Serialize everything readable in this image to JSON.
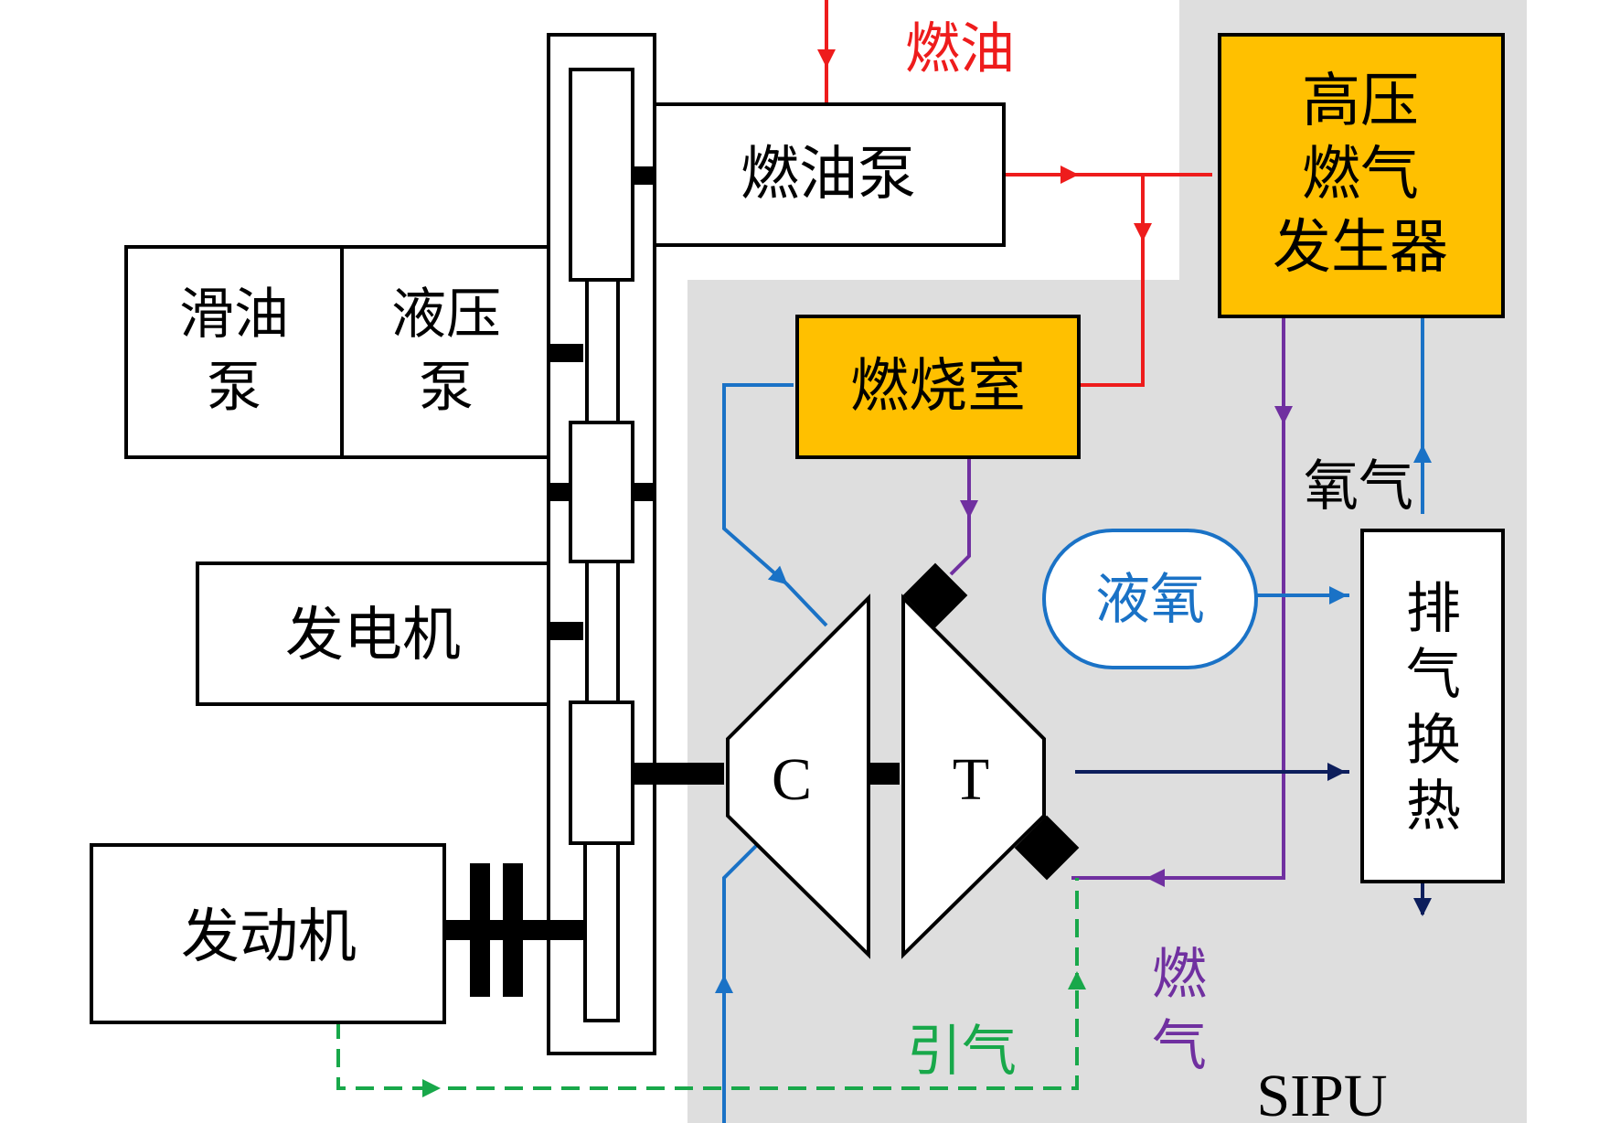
{
  "labels": {
    "fuel": "燃油",
    "fuel_pump": "燃油泵",
    "gas_generator": [
      "高压",
      "燃气",
      "发生器"
    ],
    "lube_pump": [
      "滑油",
      "泵"
    ],
    "hydraulic_pump": [
      "液压",
      "泵"
    ],
    "combustor": "燃烧室",
    "oxygen": "氧气",
    "lox": "液氧",
    "generator": "发电机",
    "exhaust_hx": [
      "排",
      "气",
      "换",
      "热"
    ],
    "compressor": "C",
    "turbine": "T",
    "engine": "发动机",
    "bleed_air": "引气",
    "gas": [
      "燃",
      "气"
    ],
    "sipu": "SIPU"
  },
  "colors": {
    "fuel_line": "#ee1c1c",
    "oxygen_line": "#7030a0",
    "air_line": "#1a72c6",
    "exhaust_line": "#0d1e5c",
    "bleed_line": "#18a84a",
    "accent_fill": "#ffc000",
    "sipu_region": "#dedede",
    "shaft": "#000000"
  }
}
